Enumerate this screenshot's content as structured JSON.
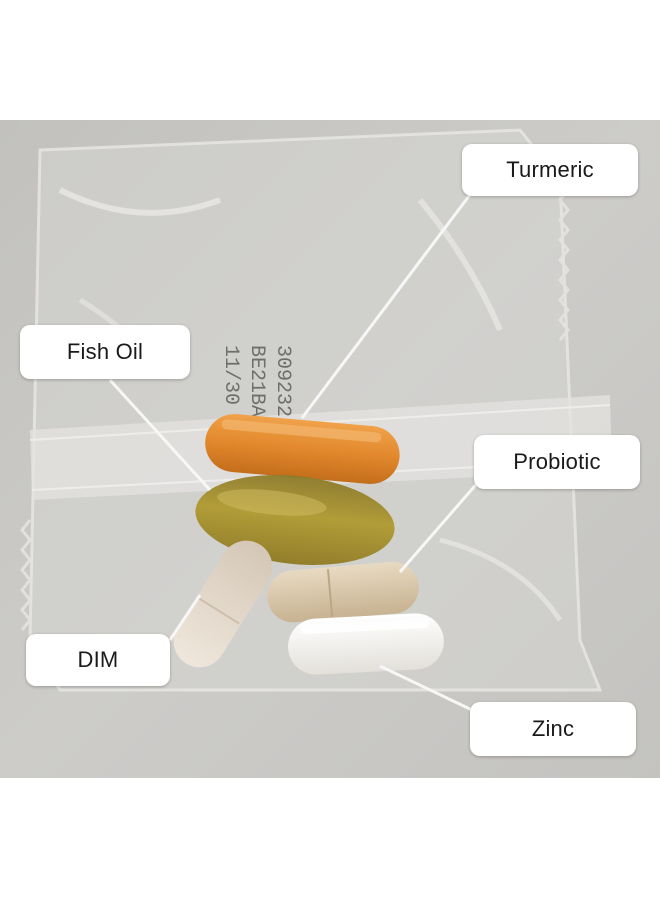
{
  "labels": {
    "turmeric": "Turmeric",
    "fish_oil": "Fish Oil",
    "probiotic": "Probiotic",
    "dim": "DIM",
    "zinc": "Zinc"
  },
  "packet_print": {
    "line1": "11/30",
    "line2": "BE21BA",
    "line3": "309232"
  },
  "colors": {
    "background": "#c9c8c5",
    "turmeric": "#e08a2c",
    "fish_oil": "#a8902a",
    "probiotic": "#d9c6a8",
    "dim": "#e7ddd0",
    "zinc": "#f4f2ee"
  }
}
